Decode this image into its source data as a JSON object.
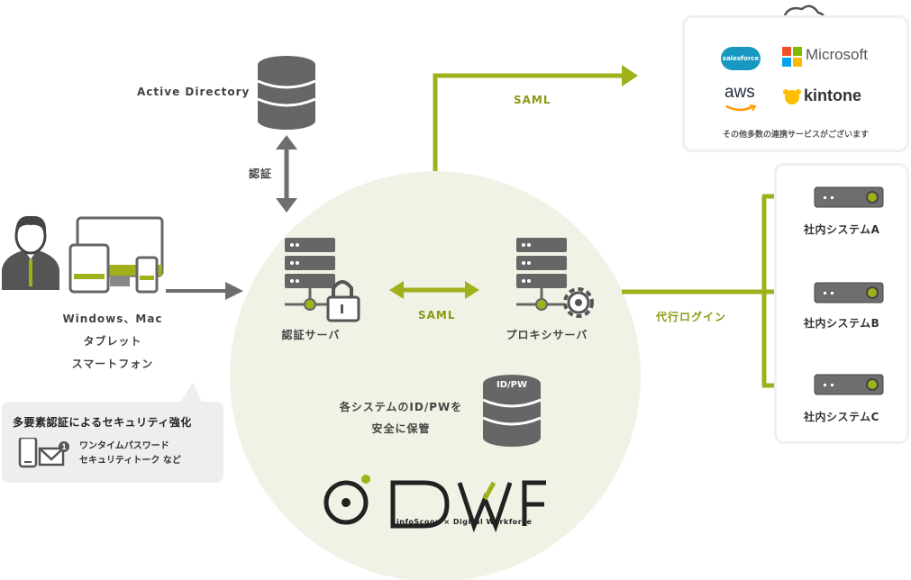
{
  "ad": {
    "label": "Active Directory",
    "auth_label": "認証"
  },
  "client": {
    "line1": "Windows、Mac",
    "line2": "タブレット",
    "line3": "スマートフォン"
  },
  "mfa": {
    "title": "多要素認証によるセキュリティ強化",
    "line1": "ワンタイムパスワード",
    "line2": "セキュリティトーク など"
  },
  "center": {
    "auth_server": "認証サーバ",
    "proxy_server": "プロキシサーバ",
    "saml_inner": "SAML",
    "store_line1": "各システムのID/PWを",
    "store_line2": "安全に保管",
    "db_tag": "ID/PW"
  },
  "saml_top": "SAML",
  "proxy_login": "代行ログイン",
  "cloud": {
    "salesforce": "salesforce",
    "microsoft": "Microsoft",
    "aws": "aws",
    "kintone": "kintone",
    "others": "その他多数の連携サービスがございます"
  },
  "systems": [
    "社内システムA",
    "社内システムB",
    "社内システムC"
  ],
  "brand": {
    "name": "DWF",
    "tagline": "infoScoop × Digital Workforce"
  },
  "colors": {
    "olive": "#a0b01a",
    "gray": "#6e6e6e",
    "circle_bg": "#f1f2e6"
  }
}
